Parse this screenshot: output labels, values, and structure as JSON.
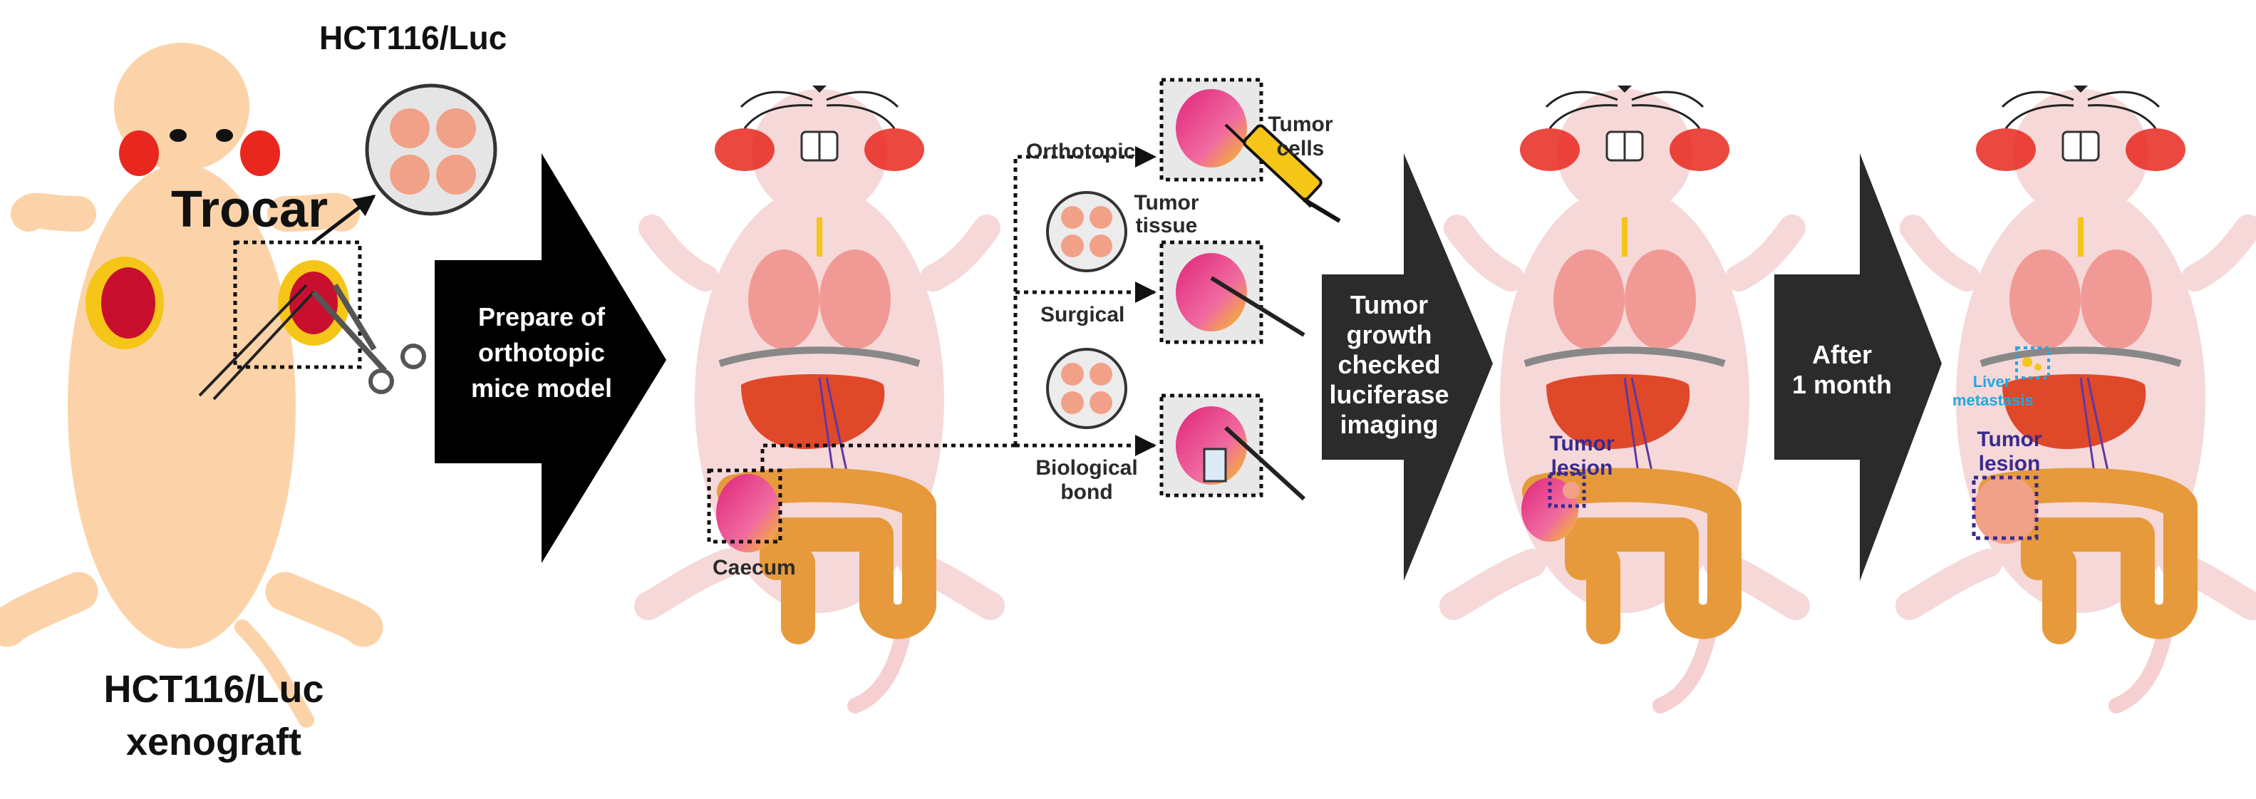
{
  "labels": {
    "source_title": "HCT116/Luc",
    "trocar": "Trocar",
    "xenograft_line1": "HCT116/Luc",
    "xenograft_line2": "xenograft",
    "arrow1": [
      "Prepare of",
      "orthotopic",
      "mice model"
    ],
    "orthotopic": "Orthotopic",
    "tumor_cells": [
      "Tumor",
      "cells"
    ],
    "tumor_tissue": [
      "Tumor",
      "tissue"
    ],
    "surgical": "Surgical",
    "biological_bond": [
      "Biological",
      "bond"
    ],
    "caecum": "Caecum",
    "arrow2": [
      "Tumor",
      "growth",
      "checked",
      "luciferase",
      "imaging"
    ],
    "tumor_lesion_a": [
      "Tumor",
      "lesion"
    ],
    "arrow3": [
      "After",
      "1 month"
    ],
    "liver_metastasis": [
      "Liver",
      "metastasis"
    ],
    "tumor_lesion_b": [
      "Tumor",
      "lesion"
    ]
  },
  "colors": {
    "mouse_skin": "#fcd3a8",
    "mouse_pink": "#f6d8d8",
    "ear": "#e8281e",
    "tumor_red": "#c8102e",
    "tumor_yellow": "#f5c518",
    "intestine": "#e69a3c",
    "liver": "#e0482a",
    "lung": "#f19a95",
    "arrow": "#000000",
    "arrow_dark": "#2b2b2b",
    "lesion_box": "#3a2a8c",
    "metastasis_box": "#22a8e0",
    "dish_cell": "#f2a189"
  }
}
